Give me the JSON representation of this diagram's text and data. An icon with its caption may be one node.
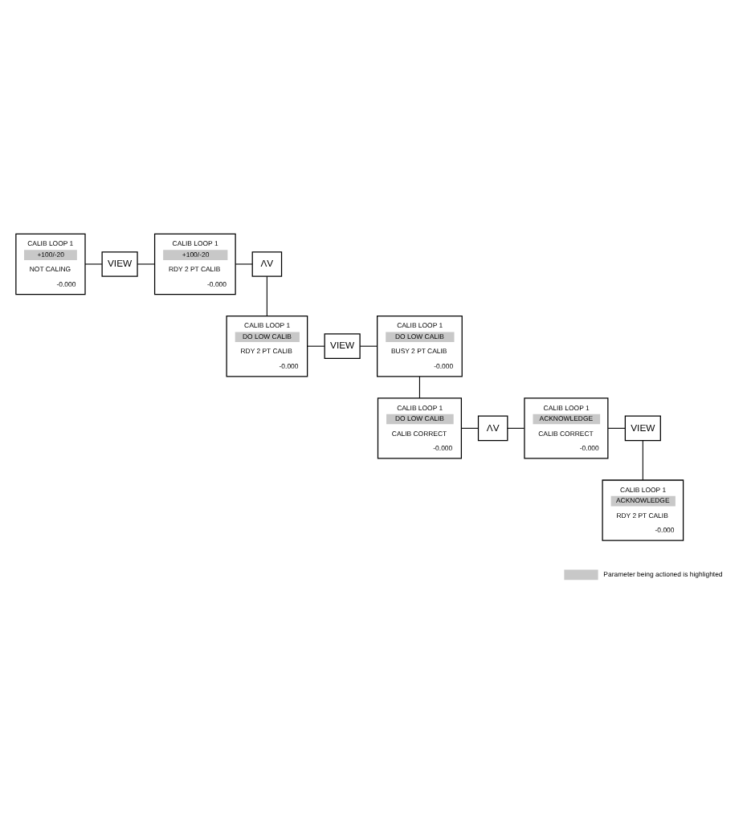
{
  "diagram": {
    "nodes": [
      {
        "text": [
          "CALIB LOOP 1",
          "+100/-20",
          "NOT CALING",
          "-0.000"
        ]
      },
      {
        "text": [
          "VIEW"
        ]
      },
      {
        "text": [
          "CALIB LOOP 1",
          "+100/-20",
          "RDY 2 PT CALIB",
          "-0.000"
        ]
      },
      {
        "text": [
          "ΛV"
        ]
      },
      {
        "text": [
          "CALIB LOOP 1",
          "DO LOW CALIB",
          "RDY 2 PT CALIB",
          "-0.000"
        ]
      },
      {
        "text": [
          "VIEW"
        ]
      },
      {
        "text": [
          "CALIB LOOP 1",
          "DO LOW CALIB",
          "BUSY 2 PT CALIB",
          "-0.000"
        ]
      },
      {
        "text": [
          "CALIB LOOP 1",
          "DO LOW CALIB",
          "CALIB CORRECT",
          "-0.000"
        ]
      },
      {
        "text": [
          "ΛV"
        ]
      },
      {
        "text": [
          "CALIB LOOP 1",
          "ACKNOWLEDGE",
          "CALIB CORRECT",
          "-0.000"
        ]
      },
      {
        "text": [
          "VIEW"
        ]
      },
      {
        "text": [
          "CALIB LOOP 1",
          "ACKNOWLEDGE",
          "RDY 2 PT CALIB",
          "-0.000"
        ]
      }
    ],
    "edges": [
      {
        "from": 0,
        "to": 1,
        "arrow": "none"
      },
      {
        "from": 1,
        "to": 2,
        "arrow": "none"
      },
      {
        "from": 2,
        "to": 3,
        "arrow": "none"
      },
      {
        "from": 3,
        "to": 4,
        "arrow": "none"
      },
      {
        "from": 4,
        "to": 5,
        "arrow": "none"
      },
      {
        "from": 5,
        "to": 6,
        "arrow": "none"
      },
      {
        "from": 6,
        "to": 7,
        "arrow": "none"
      },
      {
        "from": 7,
        "to": 8,
        "arrow": "none"
      },
      {
        "from": 8,
        "to": 9,
        "arrow": "none"
      },
      {
        "from": 9,
        "to": 10,
        "arrow": "none"
      },
      {
        "from": 10,
        "to": 11,
        "arrow": "none"
      }
    ],
    "legend": [
      {
        "text": "Parameter being actioned is highlighted"
      }
    ]
  }
}
